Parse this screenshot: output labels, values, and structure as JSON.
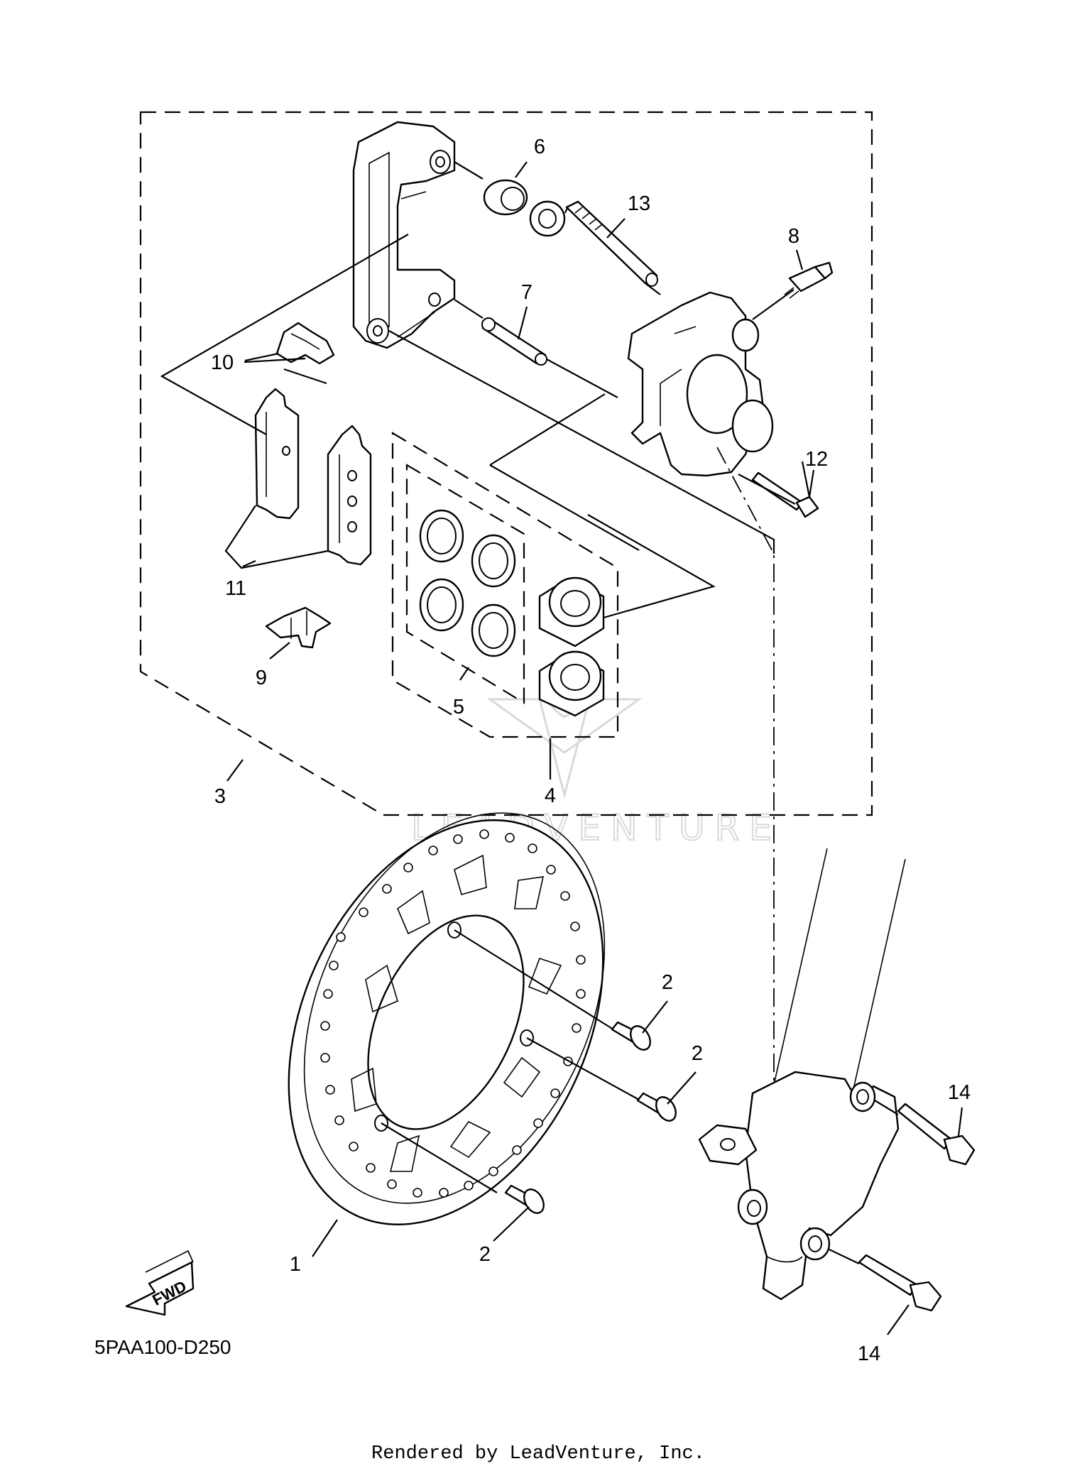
{
  "callouts": {
    "c1": "1",
    "c2a": "2",
    "c2b": "2",
    "c2c": "2",
    "c3": "3",
    "c4": "4",
    "c5": "5",
    "c6": "6",
    "c7": "7",
    "c8": "8",
    "c9": "9",
    "c10": "10",
    "c11": "11",
    "c12": "12",
    "c13": "13",
    "c14a": "14",
    "c14b": "14"
  },
  "fwd_arrow": {
    "label": "FWD",
    "icon": "forward-arrow-icon"
  },
  "diagram_code": "5PAA100-D250",
  "watermark": {
    "text": "LEADVENTURE",
    "icon": "leadventure-logo"
  },
  "footer": {
    "rendered_by": "Rendered by LeadVenture, Inc."
  },
  "colors": {
    "line": "#000000",
    "watermark": "#d9d9d9"
  }
}
